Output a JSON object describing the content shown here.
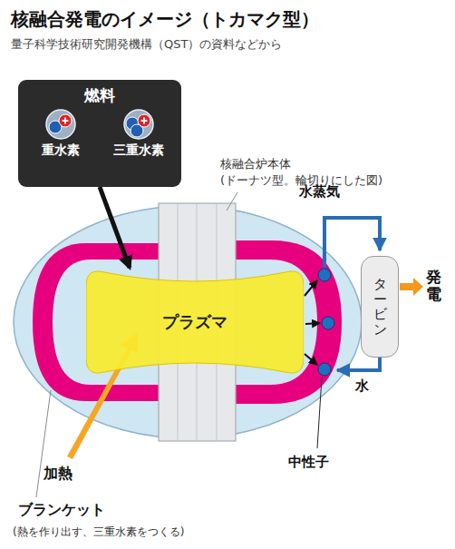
{
  "diagram": {
    "title": "核融合発電のイメージ（トカマク型）",
    "nodes": [
      {
        "text": [
          "燃料"
        ]
      },
      {
        "text": [
          "重水素"
        ],
        "in": 0
      },
      {
        "text": [
          "三重水素"
        ],
        "in": 0
      },
      {
        "text": [
          "プラズマ"
        ]
      },
      {
        "text": [
          "タービン"
        ]
      }
    ],
    "edges": [
      {
        "from": 0,
        "to": 3,
        "arrow": "to"
      }
    ],
    "labels": [
      "量子科学技術研究開発機構（QST）の資料などから",
      "核融合炉本体",
      "(ドーナツ型。輪切りにした図)",
      "水蒸気",
      "発電",
      "水",
      "加熱",
      "中性子",
      "ブランケット",
      "(熱を作り出す、三重水素をつくる)"
    ]
  }
}
